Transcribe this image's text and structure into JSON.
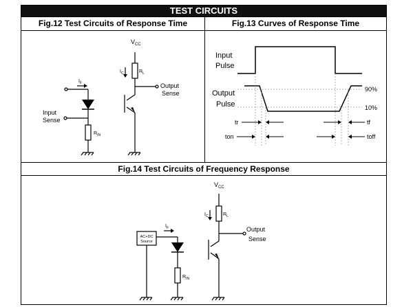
{
  "title": "TEST CIRCUITS",
  "fig12": {
    "heading": "Fig.12 Test Circuits of Response Time",
    "vcc": "V",
    "vcc_sub": "CC",
    "ic": "I",
    "ic_sub": "C",
    "rl": "R",
    "rl_sub": "L",
    "if": "I",
    "if_sub": "F",
    "rin": "R",
    "rin_sub": "IN",
    "output": "Output",
    "sense_out": "Sense",
    "input": "Input",
    "sense_in": "Sense"
  },
  "fig13": {
    "heading": "Fig.13 Curves of Response Time",
    "input_label": "Input",
    "input_label2": "Pulse",
    "output_label": "Output",
    "output_label2": "Pulse",
    "p90": "90%",
    "p10": "10%",
    "tr": "tr",
    "tf": "tf",
    "ton": "ton",
    "toff": "toff"
  },
  "fig14": {
    "heading": "Fig.14 Test Circuits of Frequency Response",
    "vcc": "V",
    "vcc_sub": "CC",
    "ic": "I",
    "ic_sub": "C",
    "rl": "R",
    "rl_sub": "L",
    "if": "I",
    "if_sub": "F",
    "rin": "R",
    "rin_sub": "IN",
    "source1": "AC+DC",
    "source2": "Source",
    "output": "Output",
    "sense": "Sense"
  }
}
